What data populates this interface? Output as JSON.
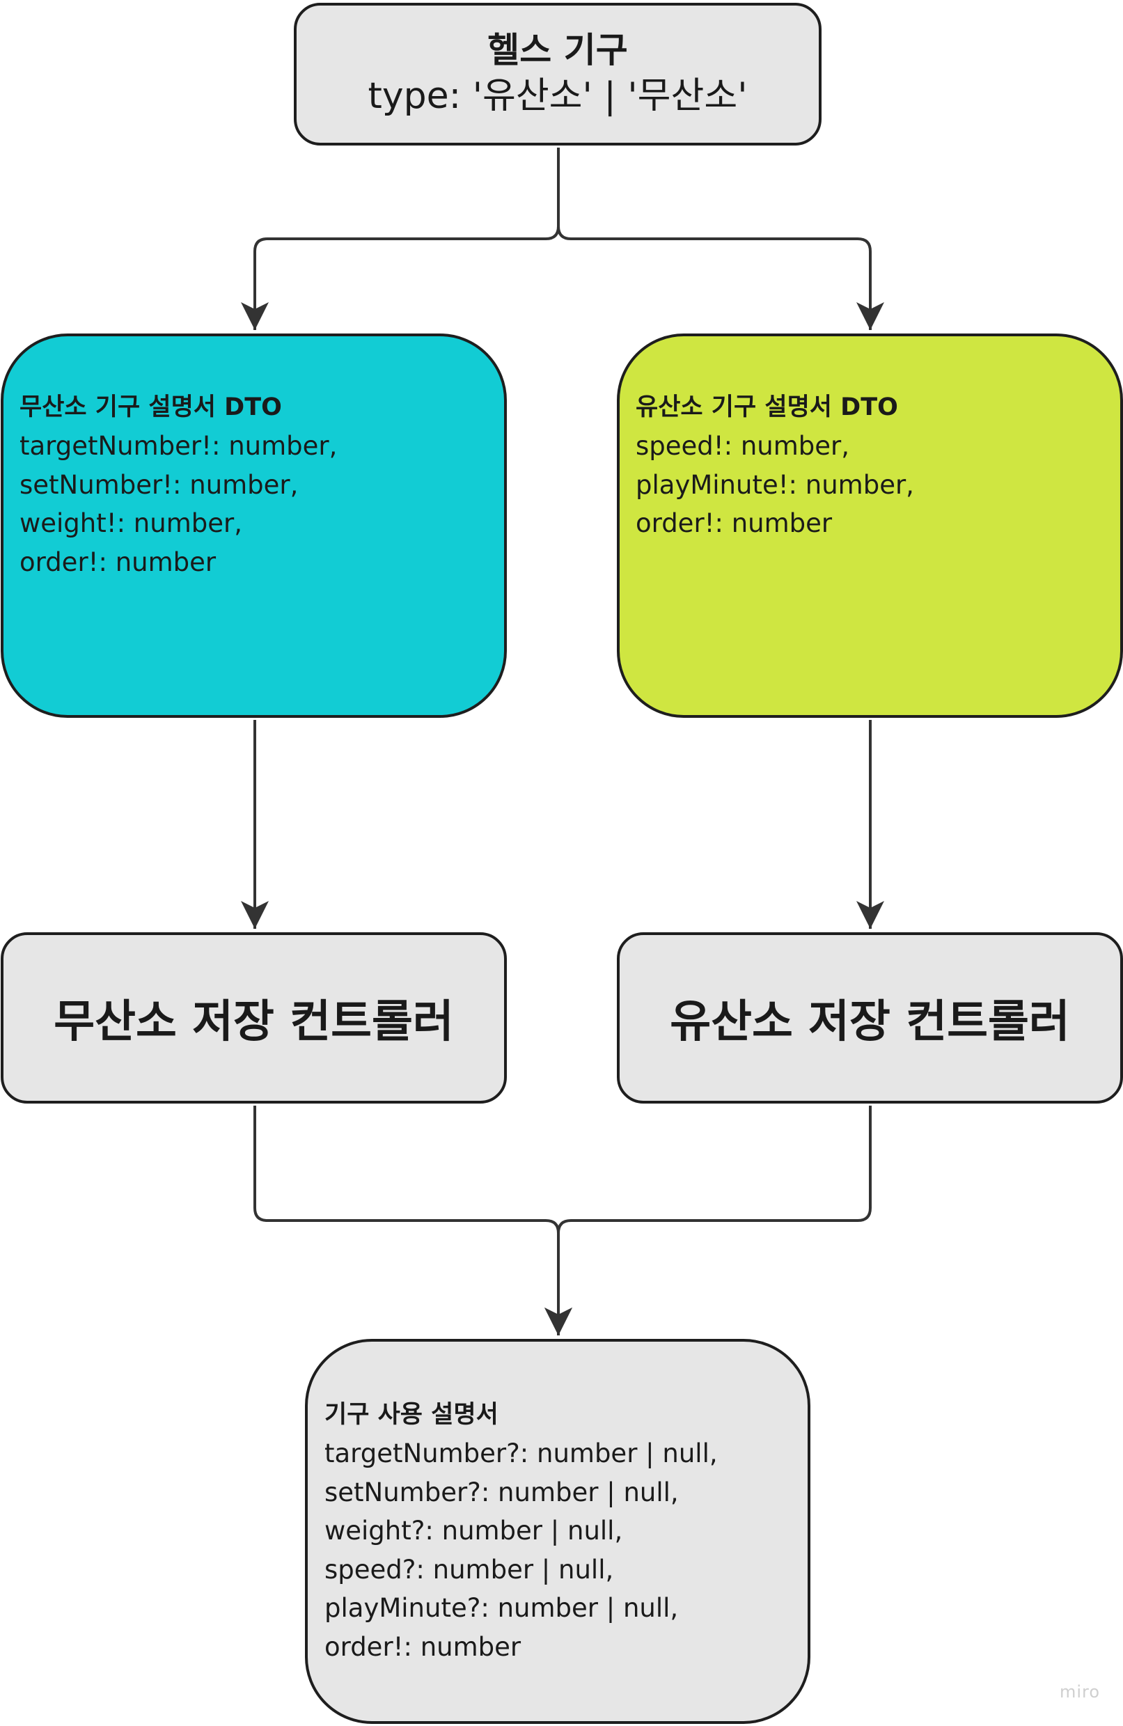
{
  "root": {
    "title": "헬스 기구",
    "subtitle": "type: '유산소' | '무산소'"
  },
  "anaerobic_dto": {
    "title": "무산소 기구 설명서 DTO",
    "lines": [
      "targetNumber!: number,",
      "setNumber!: number,",
      "weight!: number,",
      "order!: number"
    ],
    "color": "#12ccd4"
  },
  "aerobic_dto": {
    "title": "유산소 기구 설명서 DTO",
    "lines": [
      "speed!: number,",
      "playMinute!: number,",
      "order!: number"
    ],
    "color": "#cfe641"
  },
  "anaerobic_controller": {
    "label": "무산소 저장 컨트롤러"
  },
  "aerobic_controller": {
    "label": "유산소 저장 컨트롤러"
  },
  "usage_guide": {
    "title": "기구 사용 설명서",
    "lines": [
      "targetNumber?: number | null,",
      "setNumber?: number | null,",
      "weight?: number | null,",
      "speed?: number | null,",
      "playMinute?: number | null,",
      "order!: number"
    ]
  },
  "watermark": "miro"
}
